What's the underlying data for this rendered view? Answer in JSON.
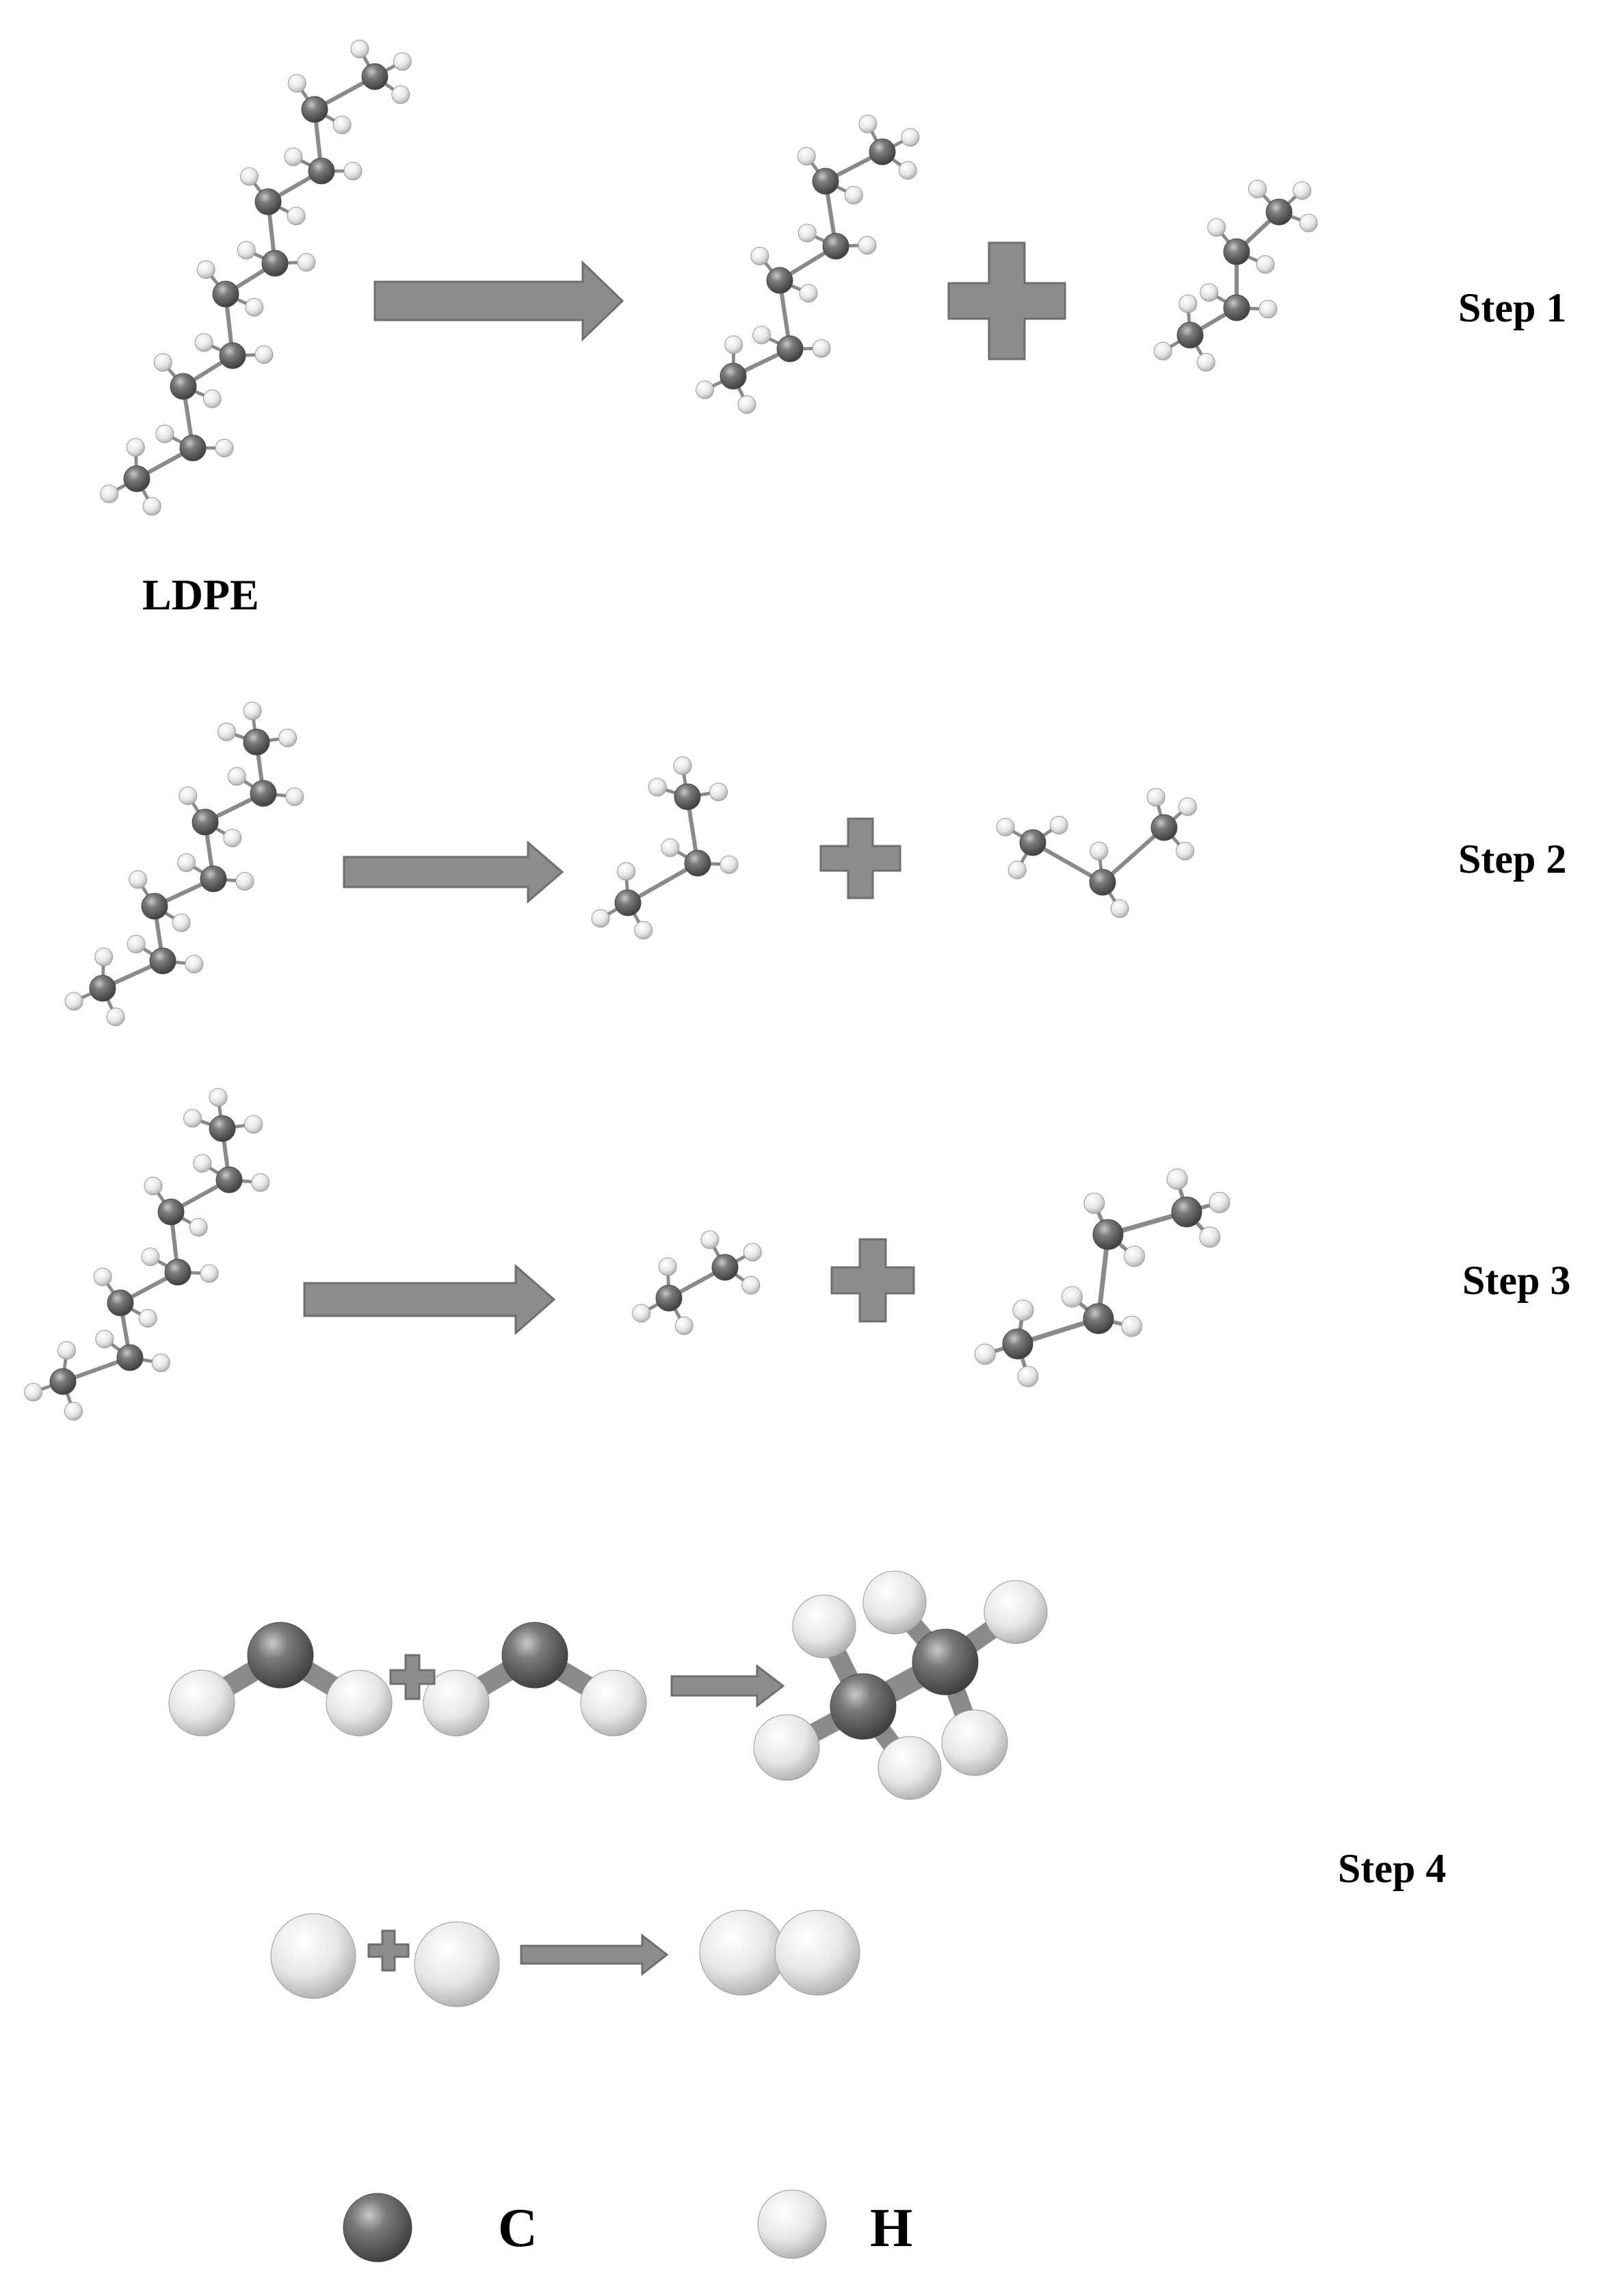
{
  "labels": {
    "ldpe": "LDPE",
    "step1": "Step 1",
    "step2": "Step 2",
    "step3": "Step 3",
    "step4": "Step 4"
  },
  "legend": {
    "carbon": "C",
    "hydrogen": "H"
  },
  "colors": {
    "arrow": "#8c8c8c",
    "arrow_edge": "#6e6e6e",
    "carbon": "#6f6f6f",
    "hydrogen": "#ececec",
    "bond": "#8a8a8a"
  }
}
